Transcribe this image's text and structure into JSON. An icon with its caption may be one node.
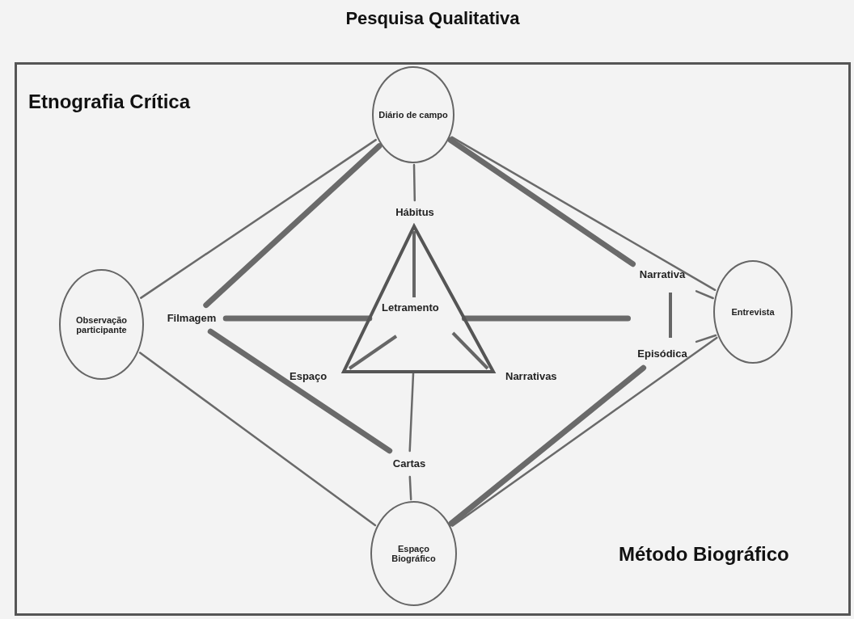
{
  "diagram": {
    "nodes": [
      {
        "text": [
          "Pesquisa Qualitativa"
        ]
      },
      {
        "text": [
          "Diário de campo"
        ],
        "in": 0
      },
      {
        "text": [
          "Observação participante"
        ],
        "in": 0
      },
      {
        "text": [
          "Filmagem"
        ],
        "in": 0
      },
      {
        "text": [
          "Hábitus"
        ],
        "in": 0
      },
      {
        "text": [
          "Letramento"
        ],
        "in": 0,
        "beside": [
          "Espaço",
          "Narrativas"
        ]
      },
      {
        "text": [
          "Narrativa",
          "Episódica"
        ],
        "in": 0
      },
      {
        "text": [
          "Entrevista"
        ],
        "in": 0
      },
      {
        "text": [
          "Cartas"
        ],
        "in": 0
      },
      {
        "text": [
          "Espaço Biográfico"
        ],
        "in": 0
      }
    ],
    "edges": [
      {
        "from": 1,
        "to": 2,
        "arrow": "none"
      },
      {
        "from": 1,
        "to": 3,
        "arrow": "none",
        "style": "thick"
      },
      {
        "from": 1,
        "to": 4,
        "arrow": "none"
      },
      {
        "from": 1,
        "to": 6,
        "arrow": "none",
        "style": "thick"
      },
      {
        "from": 1,
        "to": 7,
        "arrow": "none"
      },
      {
        "from": 3,
        "to": 5,
        "arrow": "none",
        "style": "thick"
      },
      {
        "from": 5,
        "to": 6,
        "arrow": "none",
        "style": "thick"
      },
      {
        "from": 6,
        "to": 7,
        "arrow": "none"
      },
      {
        "from": 6,
        "to": 7,
        "arrow": "none"
      },
      {
        "from": 3,
        "to": 8,
        "arrow": "none",
        "style": "thick"
      },
      {
        "from": 5,
        "to": 8,
        "arrow": "none"
      },
      {
        "from": 8,
        "to": 9,
        "arrow": "none"
      },
      {
        "from": 2,
        "to": 9,
        "arrow": "none"
      },
      {
        "from": 6,
        "to": 9,
        "arrow": "none",
        "style": "thick"
      },
      {
        "from": 7,
        "to": 9,
        "arrow": "none"
      }
    ],
    "labels": [
      "Etnografia Crítica",
      "Método Biográfico"
    ]
  }
}
